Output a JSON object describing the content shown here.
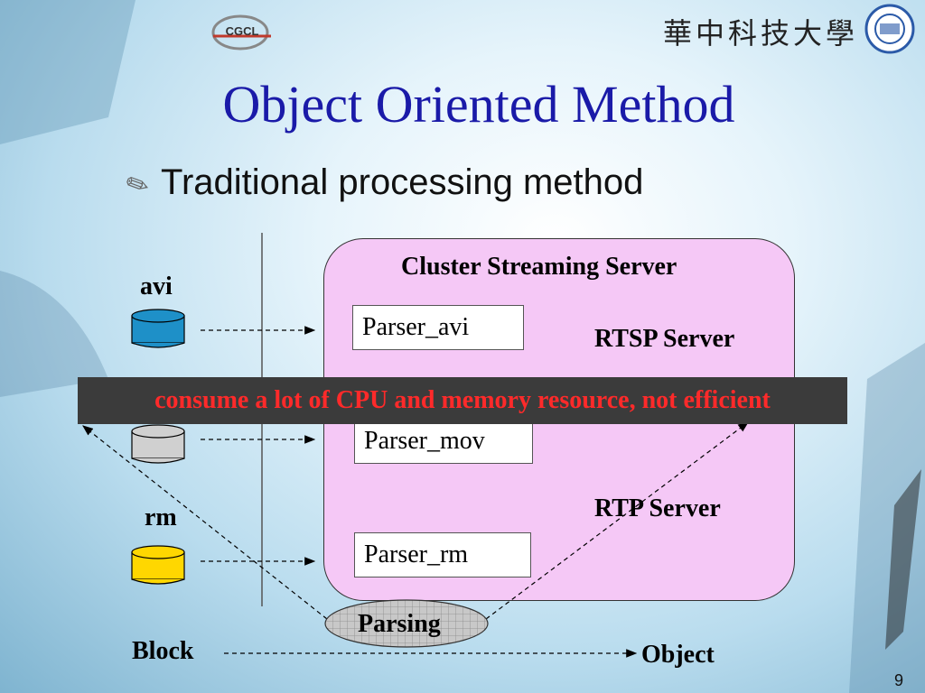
{
  "slide": {
    "title": "Object Oriented Method",
    "bullet": "Traditional processing method",
    "page_number": "9",
    "university_name": "華中科技大學",
    "logo_text": "CGCL"
  },
  "diagram": {
    "sources": [
      {
        "label": "avi",
        "color": "#1e90c8"
      },
      {
        "label": "",
        "color": "#d0d0d0"
      },
      {
        "label": "rm",
        "color": "#ffd700"
      }
    ],
    "server": {
      "title": "Cluster Streaming Server",
      "rtsp": "RTSP Server",
      "rtp": "RTP Server",
      "parsers": [
        "Parser_avi",
        "Parser_mov",
        "Parser_rm"
      ]
    },
    "parsing": "Parsing",
    "block": "Block",
    "object": "Object",
    "banner": "consume a lot of CPU and memory resource, not efficient"
  }
}
